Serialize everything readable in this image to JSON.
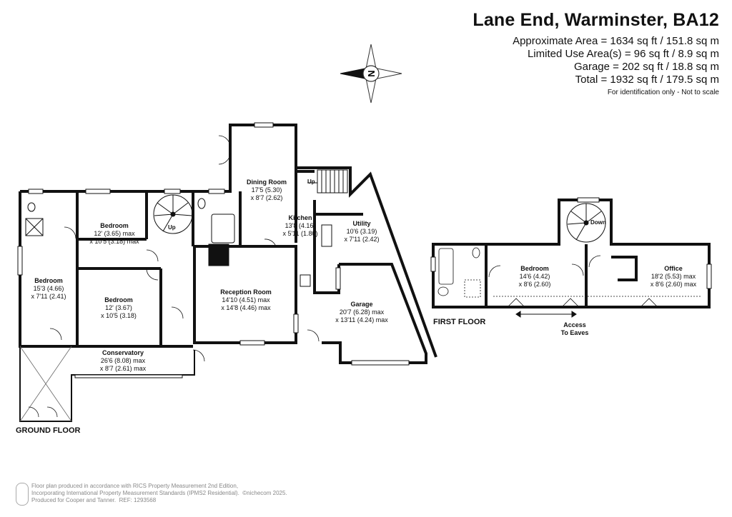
{
  "header": {
    "title": "Lane End, Warminster, BA12",
    "areas": [
      "Approximate Area = 1634 sq ft / 151.8 sq m",
      "Limited Use Area(s) = 96 sq ft / 8.9 sq m",
      "Garage = 202 sq ft / 18.8 sq m",
      "Total = 1932 sq ft / 179.5 sq m"
    ],
    "identification": "For identification only - Not to scale"
  },
  "compass": {
    "letter": "N"
  },
  "floors": {
    "ground": "GROUND FLOOR",
    "first": "FIRST FLOOR"
  },
  "ground_rooms": {
    "dining": {
      "name": "Dining Room",
      "l1": "17'5 (5.30)",
      "l2": "x 8'7 (2.62)"
    },
    "kitchen": {
      "name": "Kitchen",
      "l1": "13'8 (4.16)",
      "l2": "x 5'11 (1.80)"
    },
    "utility": {
      "name": "Utility",
      "l1": "10'6 (3.19)",
      "l2": "x 7'11 (2.42)"
    },
    "bedroom1": {
      "name": "Bedroom",
      "l1": "12' (3.65) max",
      "l2": "x 10'5 (3.18) max"
    },
    "bedroom2": {
      "name": "Bedroom",
      "l1": "15'3 (4.66)",
      "l2": "x 7'11 (2.41)"
    },
    "bedroom3": {
      "name": "Bedroom",
      "l1": "12' (3.67)",
      "l2": "x 10'5 (3.18)"
    },
    "reception": {
      "name": "Reception Room",
      "l1": "14'10 (4.51) max",
      "l2": "x 14'8 (4.46) max"
    },
    "garage": {
      "name": "Garage",
      "l1": "20'7 (6.28) max",
      "l2": "x 13'11 (4.24) max"
    },
    "conservatory": {
      "name": "Conservatory",
      "l1": "26'6 (8.08) max",
      "l2": "x 8'7 (2.61) max"
    }
  },
  "first_rooms": {
    "bedroom": {
      "name": "Bedroom",
      "l1": "14'6 (4.42)",
      "l2": "x 8'6 (2.60)"
    },
    "office": {
      "name": "Office",
      "l1": "18'2 (5.53) max",
      "l2": "x 8'6 (2.60) max"
    },
    "eaves": {
      "l1": "Access",
      "l2": "To Eaves"
    }
  },
  "stairs": {
    "up1": "Up",
    "up2": "Up",
    "down": "Down"
  },
  "footer": {
    "line1": "Floor plan produced in accordance with RICS Property Measurement 2nd Edition,",
    "line2": "Incorporating International Property Measurement Standards (IPMS2 Residential).",
    "copyright": "©nichecom 2025.",
    "line3": "Produced for Cooper and Tanner.",
    "ref": "REF: 1293568"
  }
}
